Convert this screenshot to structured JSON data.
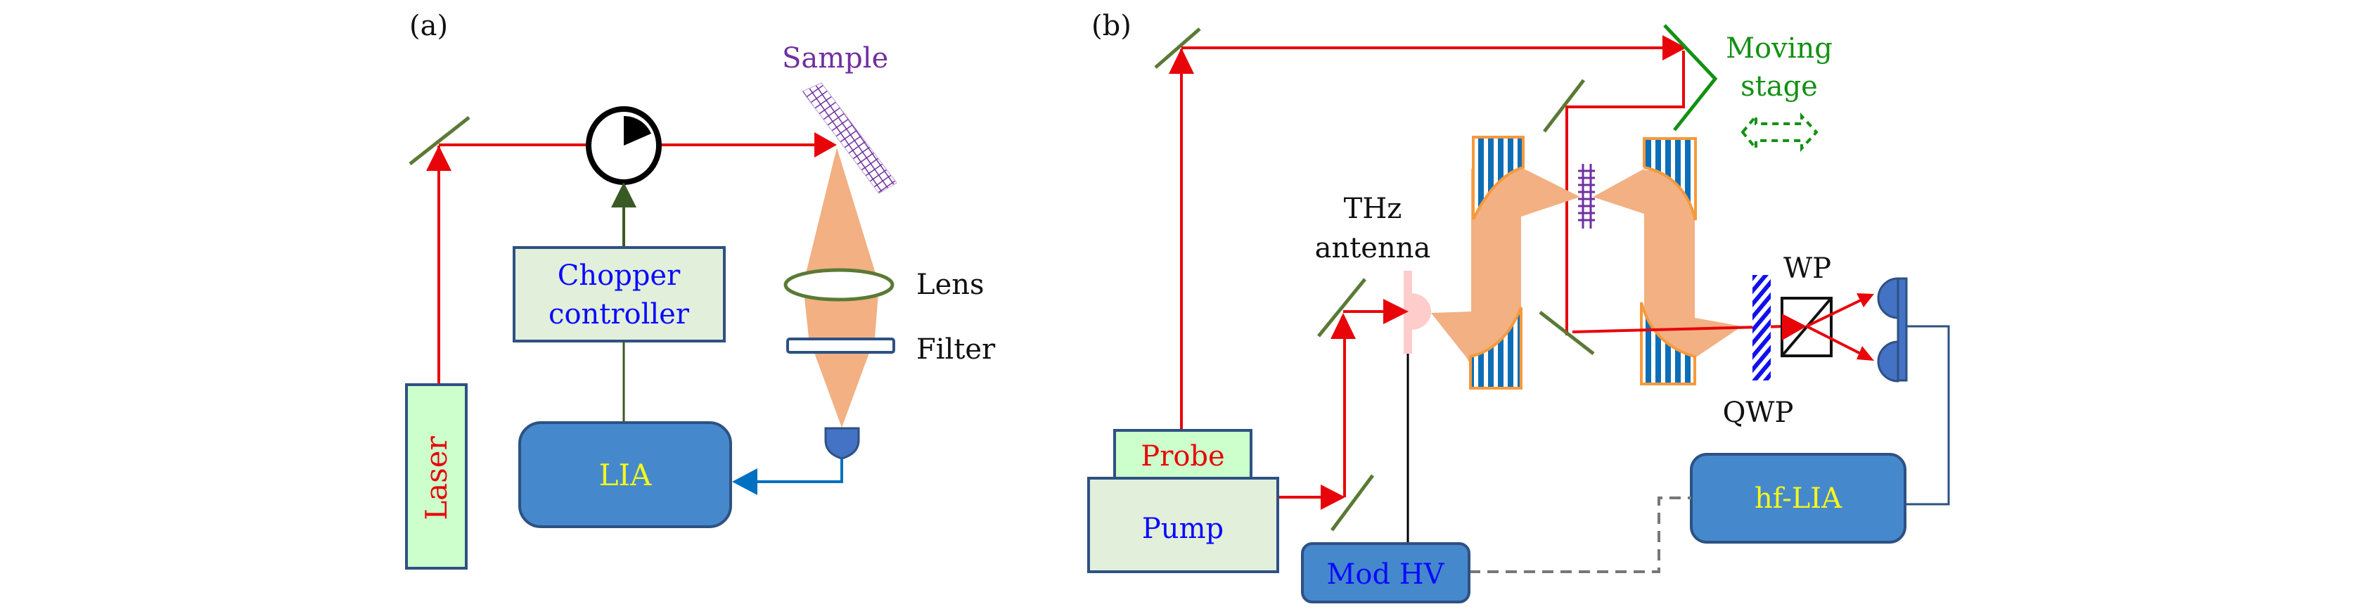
{
  "panels": {
    "a": {
      "label": "(a)",
      "sample_label": "Sample",
      "chopper_controller_line1": "Chopper",
      "chopper_controller_line2": "controller",
      "lens_label": "Lens",
      "filter_label": "Filter",
      "lia_label": "LIA",
      "laser_label": "Laser"
    },
    "b": {
      "label": "(b)",
      "moving_stage_line1": "Moving",
      "moving_stage_line2": "stage",
      "thz_antenna_line1": "THz",
      "thz_antenna_line2": "antenna",
      "wp_label": "WP",
      "qwp_label": "QWP",
      "probe_label": "Probe",
      "pump_label": "Pump",
      "mod_hv_label": "Mod HV",
      "hf_lia_label": "hf-LIA"
    }
  },
  "colors": {
    "laser_beam": "#e8050a",
    "thz_beam": "#f2b083",
    "mirror": "#5a7a35",
    "moving_stage": "#149014",
    "sample": "#7030a0",
    "instrument_fill": "#4589cc",
    "instrument_text": "#f7f71a",
    "controller_fill": "#e2efda",
    "laser_fill": "#ccffcc",
    "text_blue": "#0a0aff",
    "text_red": "#e8050a",
    "detector_fill": "#4472c4",
    "parabolic_stripe": "#0d6eb8",
    "parabolic_edge": "#f59a3c",
    "antenna": "#ffcccc",
    "qwp": "#1010ee",
    "signal_line": "#2e5183",
    "dashed_line": "#777777"
  }
}
